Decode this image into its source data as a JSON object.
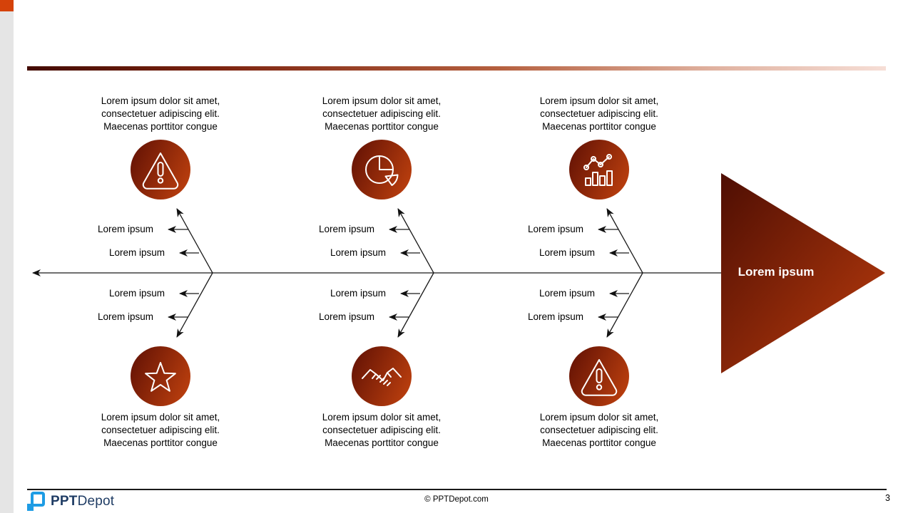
{
  "slide": {
    "accent_square_color": "#d5420a",
    "left_strip_color": "#e5e5e5",
    "header_bar_gradient": [
      "#430b01",
      "#7c2410",
      "#b5603f",
      "#f6ded6"
    ]
  },
  "diagram": {
    "type": "fishbone",
    "effect_label": "Lorem ipsum",
    "cause_label": "Lorem ipsum",
    "desc_lines": [
      "Lorem ipsum dolor sit amet,",
      "consectetuer adipiscing elit.",
      "Maecenas porttitor congue"
    ],
    "top_icons": [
      "warning-icon",
      "pie-chart-icon",
      "trend-chart-icon"
    ],
    "bottom_icons": [
      "star-icon",
      "handshake-icon",
      "warning-icon"
    ],
    "circle_gradient": [
      "#5f1004",
      "#c3430f"
    ],
    "effect_arrow_gradient": [
      "#4e0e03",
      "#bc3c0d"
    ],
    "line_color": "#1a1a1a"
  },
  "footer": {
    "logo_bold": "PPT",
    "logo_regular": "Depot",
    "logo_blue": "#1e9ce4",
    "logo_navy": "#1f3c64",
    "copyright": "© PPTDepot.com",
    "page_number": "3"
  }
}
